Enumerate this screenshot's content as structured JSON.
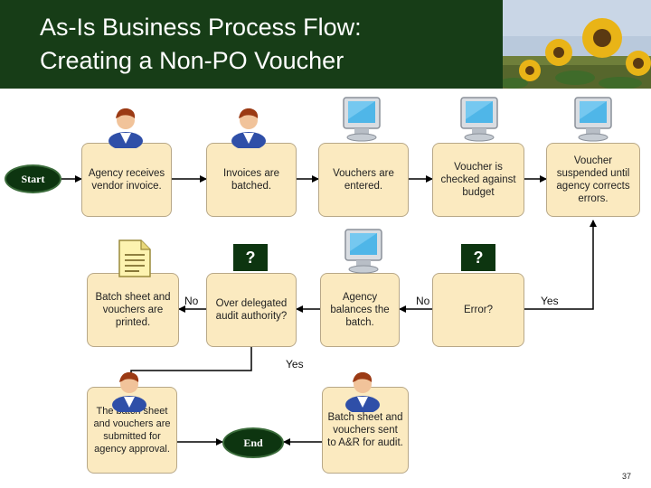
{
  "header": {
    "title_line1": "As-Is Business Process Flow:",
    "title_line2": "Creating a Non-PO Voucher"
  },
  "nodes": {
    "start": "Start",
    "end": "End",
    "receive_invoice": "Agency receives vendor invoice.",
    "batch_invoices": "Invoices are batched.",
    "enter_vouchers": "Vouchers are entered.",
    "check_budget": "Voucher is checked against budget",
    "suspend_voucher": "Voucher suspended until agency corrects errors.",
    "print_batch": "Batch sheet and vouchers are printed.",
    "delegated_audit": "Over delegated audit authority?",
    "balance_batch": "Agency balances the batch.",
    "error_check": "Error?",
    "submit_approval": "The batch sheet and vouchers are submitted for agency approval.",
    "send_audit": "Batch sheet and vouchers sent to A&R for audit."
  },
  "decision_markers": {
    "left": "?",
    "right": "?"
  },
  "edge_labels": {
    "no_left": "No",
    "no_right": "No",
    "yes_error": "Yes",
    "yes_audit": "Yes"
  },
  "page_number": "37",
  "colors": {
    "header": "#173d17",
    "box_fill": "#fbeac0",
    "terminal": "#0d3510"
  },
  "icons": [
    "person-icon",
    "computer-icon",
    "document-icon",
    "sunflower-photo"
  ]
}
